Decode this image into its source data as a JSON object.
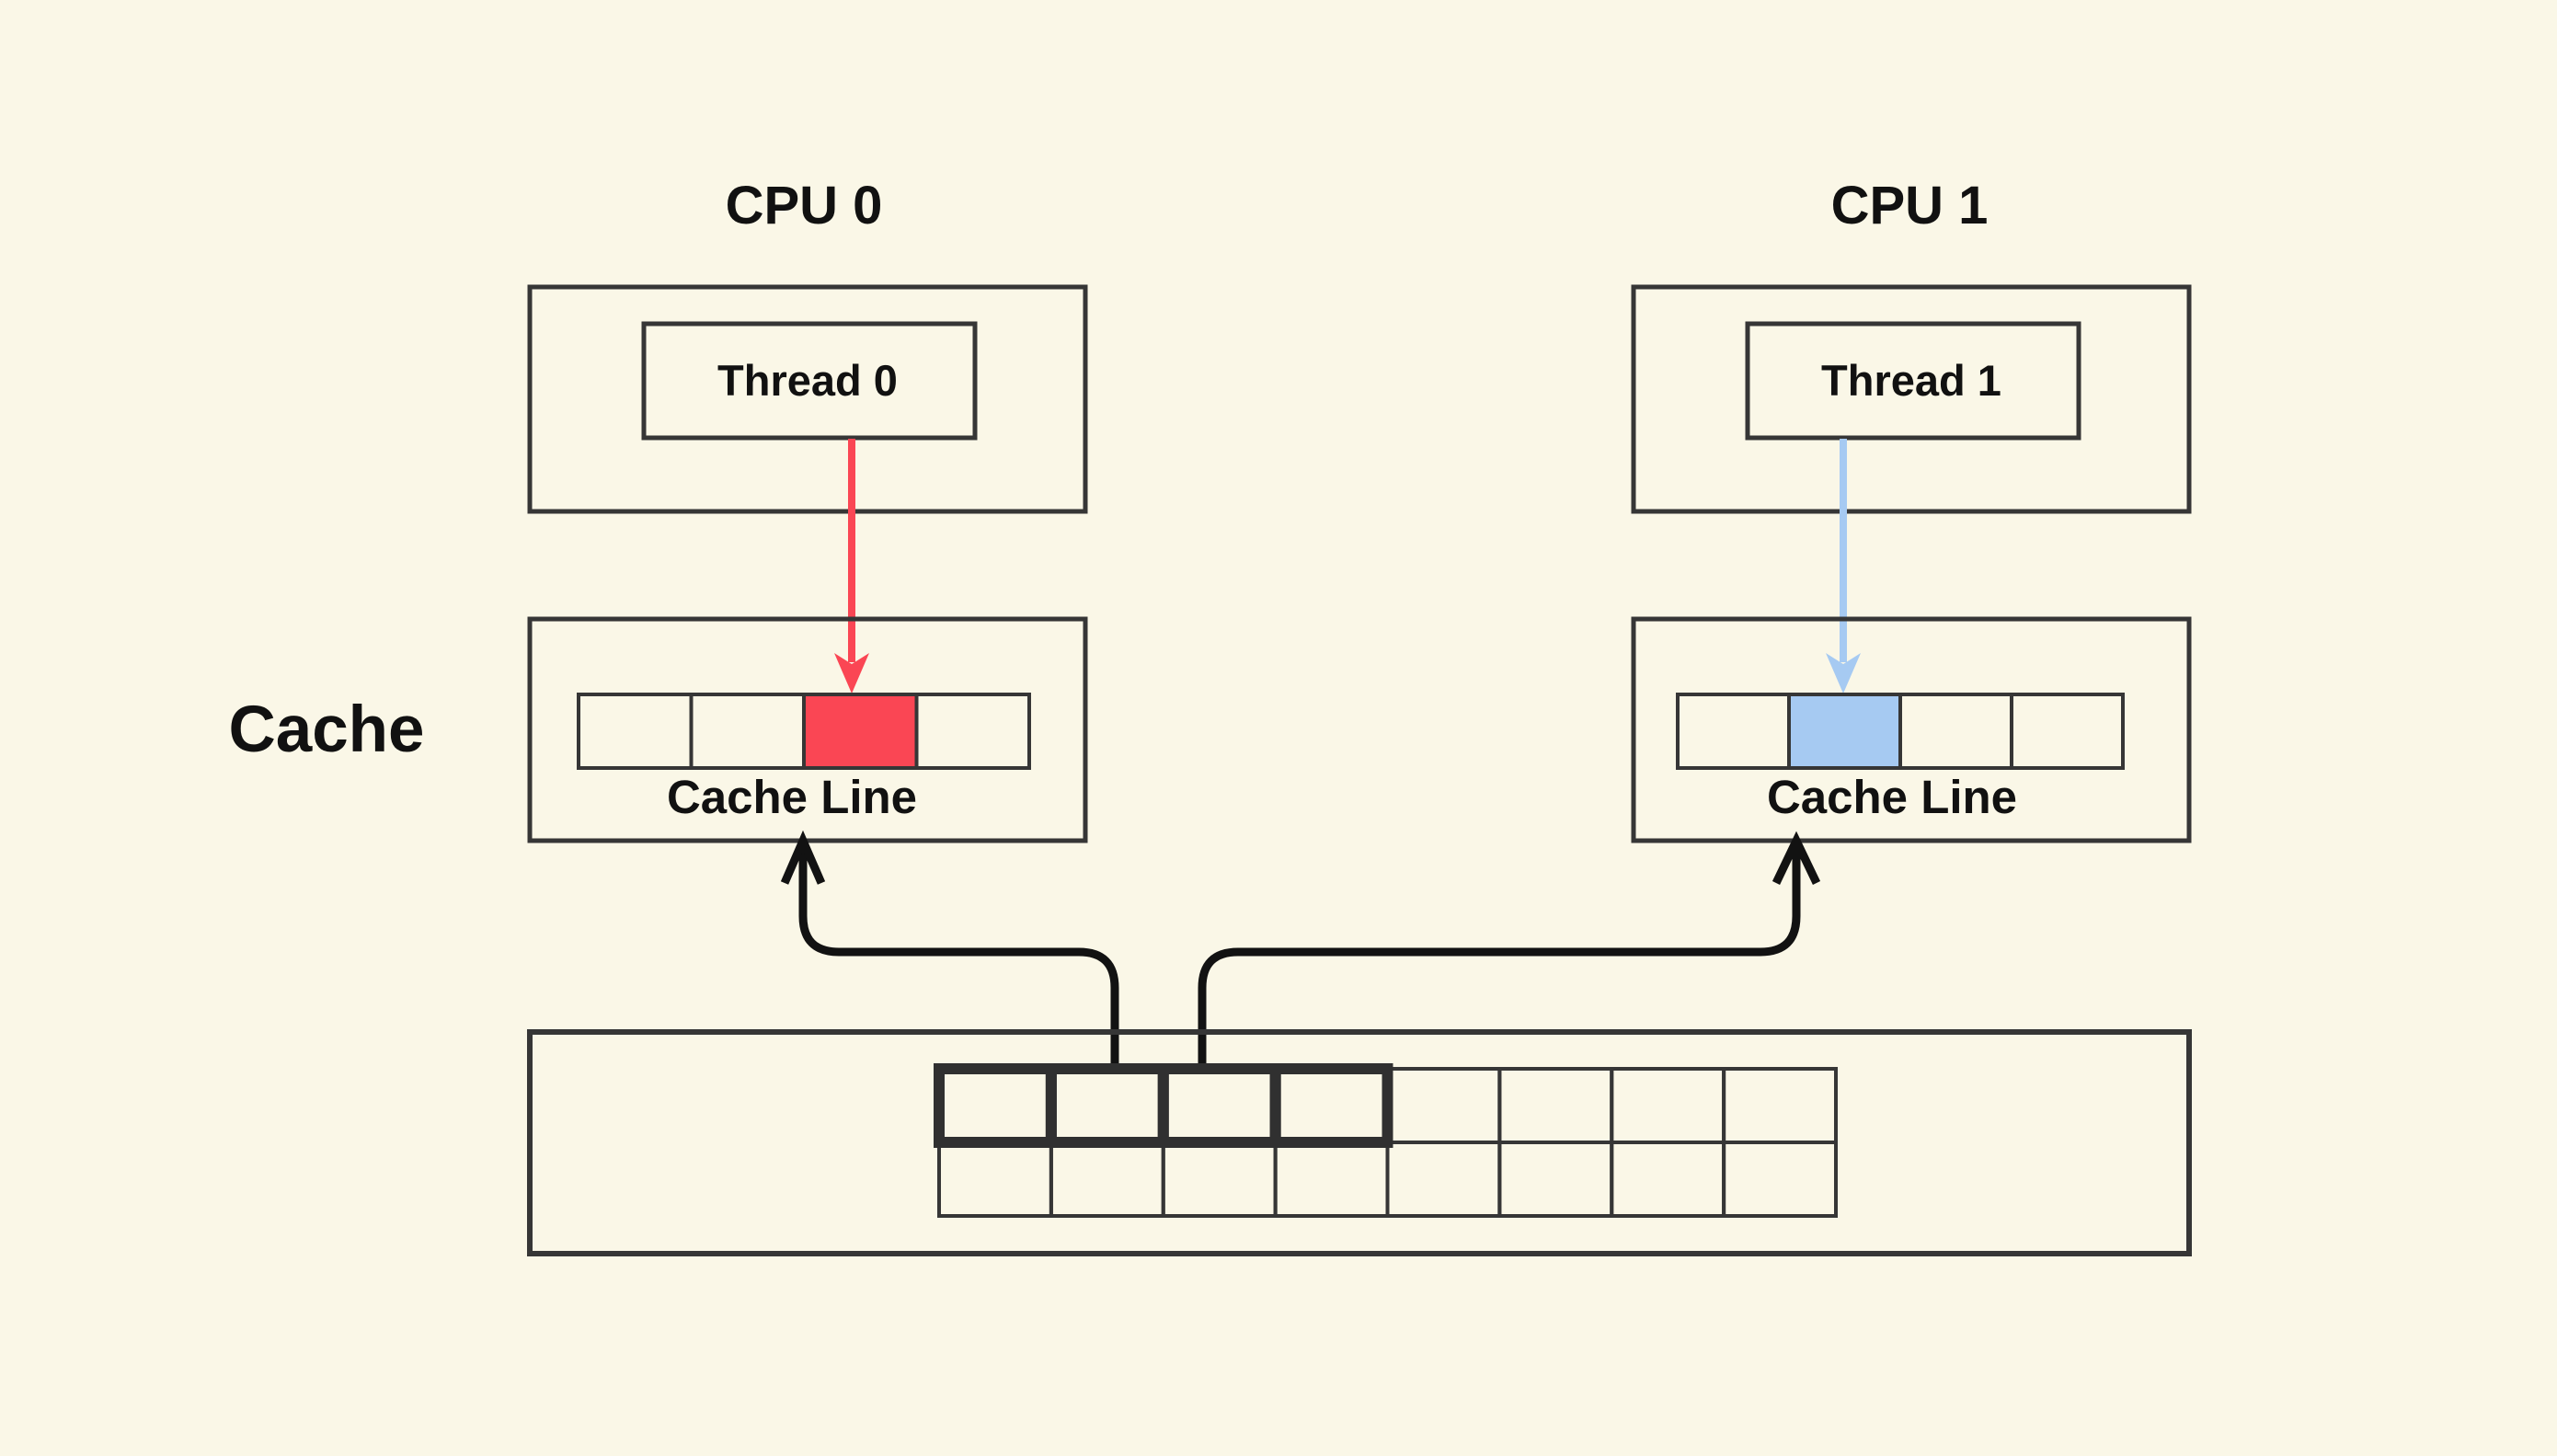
{
  "colors": {
    "background": "#FAF7E7",
    "box_border": "#363636",
    "grid_border": "#303030",
    "arrow_black": "#121212",
    "text": "#111111",
    "red": "#FA4654",
    "red_text": "#DA1D1D",
    "blue": "#A6CAF2",
    "blue_text": "#4B7EE4"
  },
  "cpus": [
    {
      "title": "CPU 0",
      "thread": "Thread 0"
    },
    {
      "title": "CPU 1",
      "thread": "Thread 1"
    }
  ],
  "cache": {
    "side_label": "Cache",
    "left_caption": "Cache Line",
    "right_caption": "Cache Line",
    "cells_per_line": 4,
    "left_highlighted_cell": 2,
    "right_highlighted_cell": 1
  },
  "memory": {
    "columns": 8,
    "rows": 2,
    "highlight": {
      "row": 0,
      "start_column": 0,
      "columns": 4
    }
  }
}
